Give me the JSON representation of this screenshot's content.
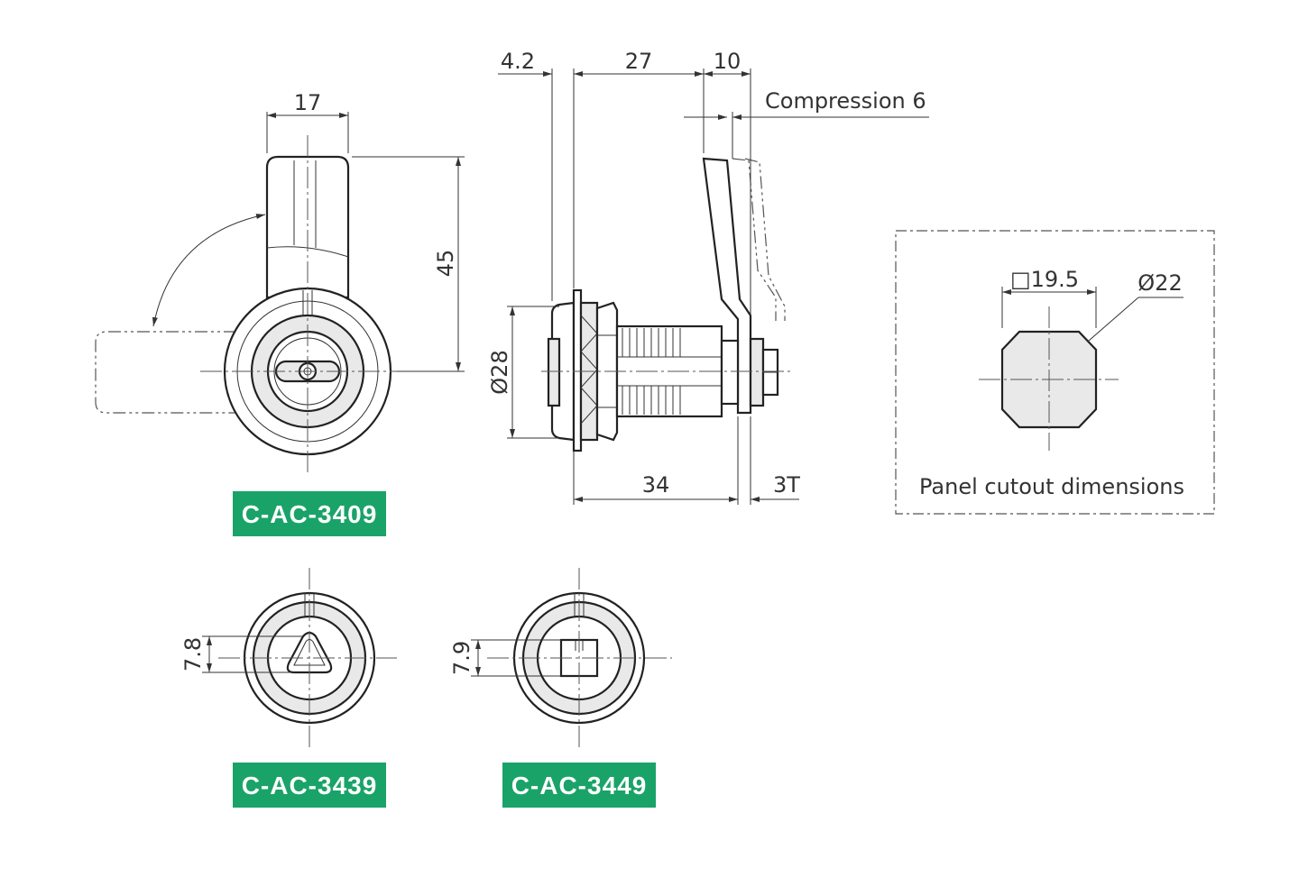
{
  "colors": {
    "badge": "#1aa368",
    "line": "#222222",
    "fill": "#e9e9e9"
  },
  "dimensions": {
    "front_width": "17",
    "front_height": "45",
    "side_flange": "4.2",
    "side_body": "27",
    "side_cam": "10",
    "compression": "Compression 6",
    "diameter": "Ø28",
    "thread_length": "34",
    "panel_thickness": "3T",
    "cutout_square": "□19.5",
    "cutout_diameter": "Ø22",
    "triangle_key": "7.8",
    "square_key": "7.9"
  },
  "notes": {
    "panel_cutout": "Panel cutout dimensions"
  },
  "parts": {
    "c_ac_3409": "C-AC-3409",
    "c_ac_3439": "C-AC-3439",
    "c_ac_3449": "C-AC-3449"
  }
}
